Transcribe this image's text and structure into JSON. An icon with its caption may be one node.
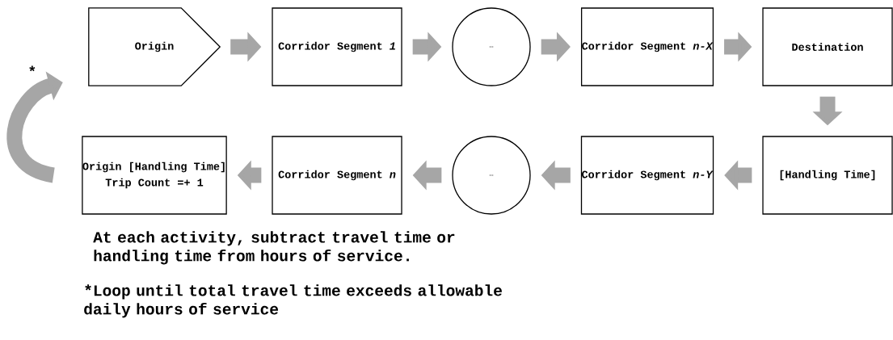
{
  "diagram": {
    "nodes": [
      {
        "text": [
          "Origin"
        ]
      },
      {
        "text": [
          "Corridor Segment *1*"
        ]
      },
      {
        "text": [
          "…"
        ]
      },
      {
        "text": [
          "Corridor Segment *n-X*"
        ]
      },
      {
        "text": [
          "Destination"
        ]
      },
      {
        "text": [
          "[Handling Time]"
        ]
      },
      {
        "text": [
          "Corridor Segment *n-Y*"
        ]
      },
      {
        "text": [
          "…"
        ]
      },
      {
        "text": [
          "Corridor Segment *n*"
        ]
      },
      {
        "text": [
          "Origin [Handling Time]",
          "Trip Count =+ 1"
        ]
      }
    ],
    "edges": [
      {
        "from": 0,
        "to": 1,
        "arrow": "to"
      },
      {
        "from": 1,
        "to": 2,
        "arrow": "to"
      },
      {
        "from": 2,
        "to": 3,
        "arrow": "to"
      },
      {
        "from": 3,
        "to": 4,
        "arrow": "to"
      },
      {
        "from": 4,
        "to": 5,
        "arrow": "to"
      },
      {
        "from": 5,
        "to": 6,
        "arrow": "to"
      },
      {
        "from": 6,
        "to": 7,
        "arrow": "to"
      },
      {
        "from": 7,
        "to": 8,
        "arrow": "to"
      },
      {
        "from": 8,
        "to": 9,
        "arrow": "to"
      },
      {
        "from": 9,
        "to": 0,
        "arrow": "to",
        "label": "*"
      }
    ],
    "labels": [
      "At each activity, subtract travel time or handling time from hours of service.",
      "*Loop until total travel time exceeds allowable daily hours of service"
    ]
  }
}
